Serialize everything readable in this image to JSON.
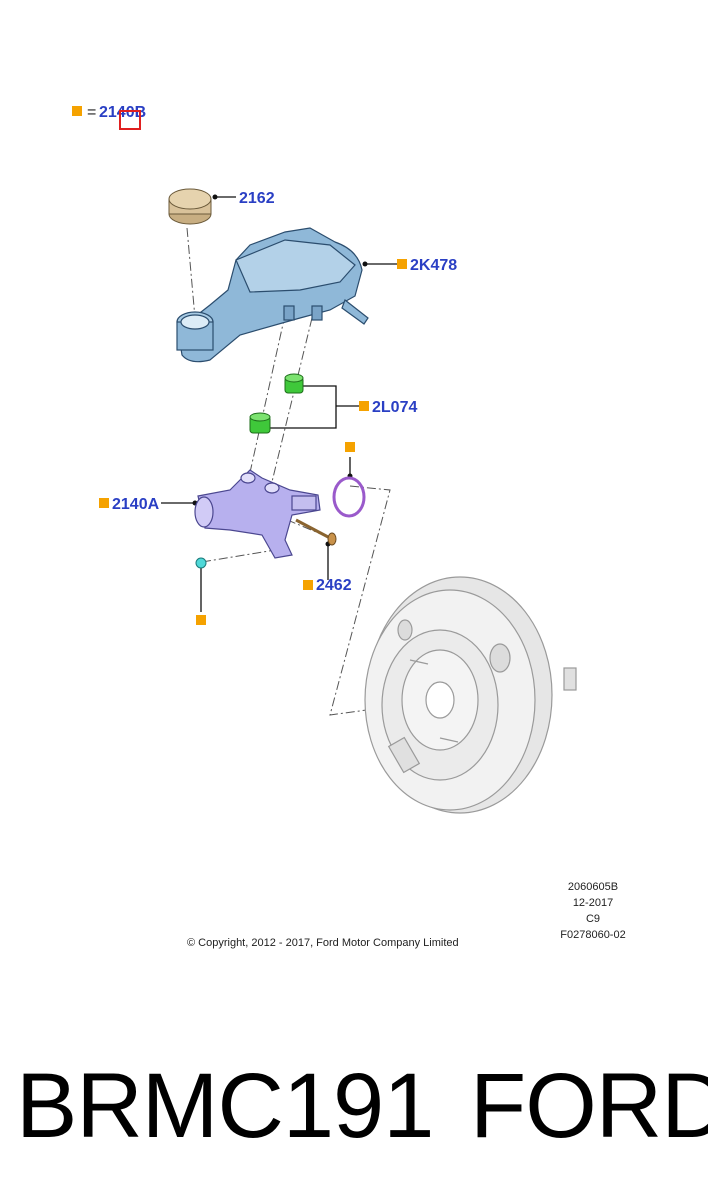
{
  "legend": {
    "equals": "=",
    "ref": "2140B"
  },
  "callouts": {
    "cap": "2162",
    "reservoir": "2K478",
    "grommets": "2L074",
    "master_cylinder": "2140A",
    "bolt": "2462"
  },
  "stamp": {
    "code": "2060605B",
    "date": "12-2017",
    "rev": "C9",
    "ref": "F0278060-02"
  },
  "copyright": "© Copyright, 2012 - 2017, Ford Motor Company Limited",
  "footer": {
    "part_number": "BRMC191",
    "brand": "FORD"
  },
  "colors": {
    "callout": "#2a3fc4",
    "marker": "#f5a200",
    "reservoir": "#8fb8d8",
    "grommet": "#3fc83a",
    "cylinder": "#b7b0ee",
    "seal": "#9a5acb",
    "cap": "#d9c29a",
    "booster": "#ececec"
  }
}
